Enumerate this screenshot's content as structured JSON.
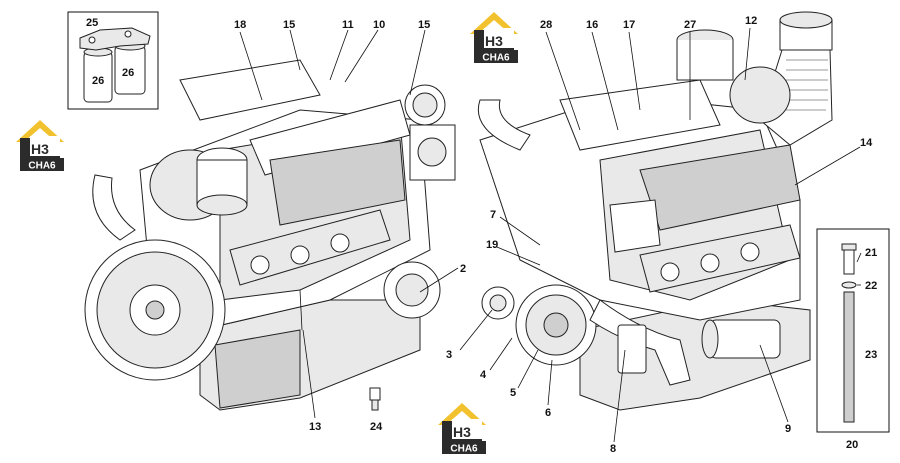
{
  "logo": {
    "text_top": "H3",
    "text_bottom": "CHA6",
    "color_accent": "#f2c12e",
    "color_dark": "#2b2b2b"
  },
  "colors": {
    "line": "#111111",
    "background": "#ffffff"
  },
  "callouts": {
    "c25": "25",
    "c26a": "26",
    "c26b": "26",
    "c18": "18",
    "c15a": "15",
    "c11": "11",
    "c10": "10",
    "c15b": "15",
    "c2": "2",
    "c13": "13",
    "c24": "24",
    "c28": "28",
    "c16": "16",
    "c17": "17",
    "c27": "27",
    "c12": "12",
    "c14": "14",
    "c7": "7",
    "c19": "19",
    "c3": "3",
    "c4": "4",
    "c5": "5",
    "c6": "6",
    "c8": "8",
    "c9": "9",
    "c21": "21",
    "c22": "22",
    "c23": "23",
    "c20": "20"
  }
}
